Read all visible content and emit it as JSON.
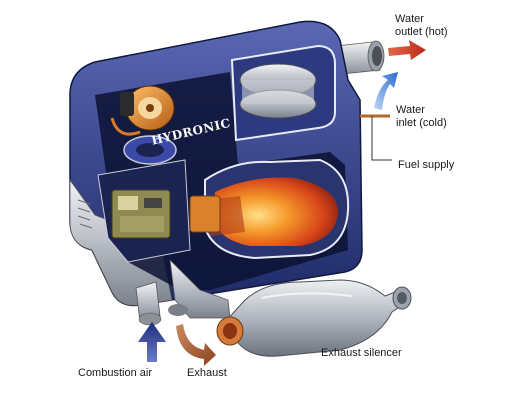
{
  "labels": {
    "water_outlet": "Water\noutlet (hot)",
    "water_inlet": "Water\ninlet (cold)",
    "fuel_supply": "Fuel supply",
    "exhaust_silencer": "Exhaust silencer",
    "combustion_air": "Combustion air",
    "exhaust": "Exhaust"
  },
  "brand_text": "HYDRONIC",
  "colors": {
    "hot_arrow": "#c8372a",
    "cold_arrow": "#2f6fd0",
    "air_arrow": "#2b3c8c",
    "exhaust_arrow": "#a0522d",
    "housing": "#3c4a8e",
    "flame": "#e8661c"
  }
}
